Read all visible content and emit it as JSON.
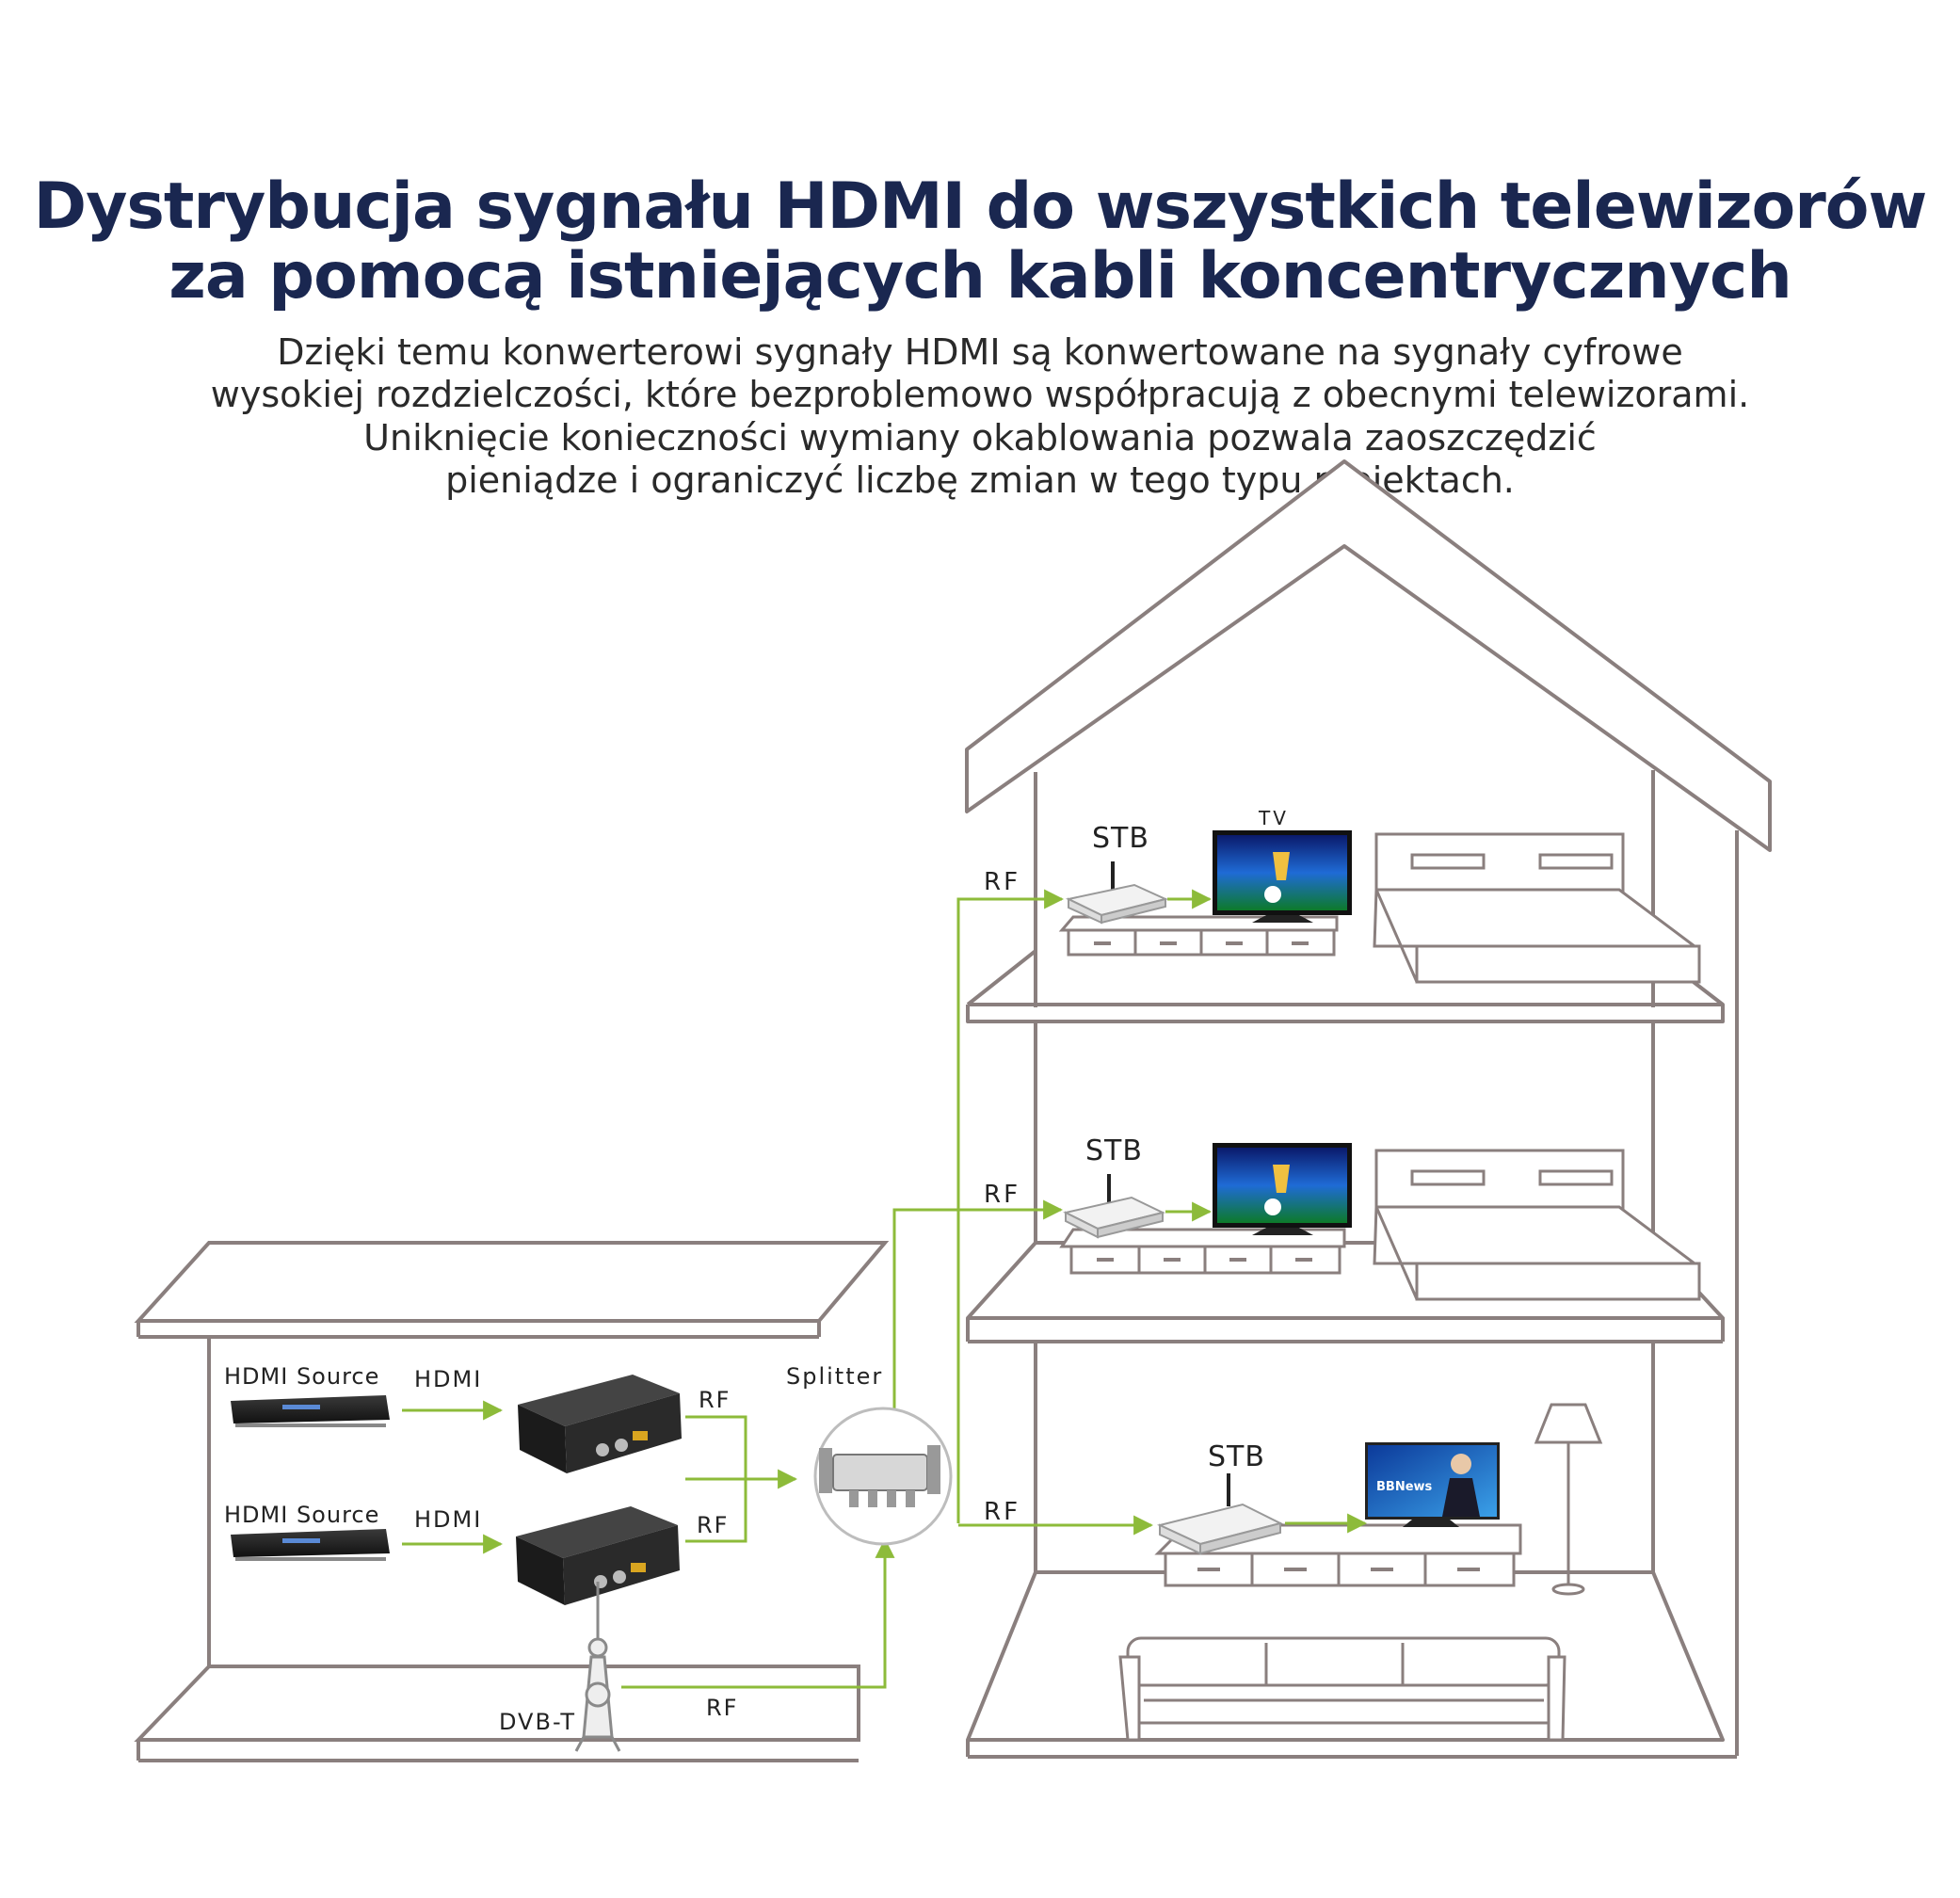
{
  "header": {
    "title_line1": "Dystrybucja sygnału HDMI do wszystkich telewizorów",
    "title_line2": "za pomocą istniejących kabli koncentrycznych",
    "subtitle_lines": [
      "Dzięki temu konwerterowi sygnały HDMI są konwertowane na sygnały cyfrowe",
      "wysokiej rozdzielczości, które bezproblemowo współpracują z obecnymi telewizorami.",
      "Uniknięcie konieczności wymiany okablowania pozwala zaoszczędzić",
      "pieniądze i ograniczyć liczbę zmian w tego typu projektach."
    ]
  },
  "diagram": {
    "source_label": "HDMI Source",
    "hdmi_label": "HDMI",
    "rf_label": "RF",
    "splitter_label": "Splitter",
    "dvbt_label": "DVB-T",
    "stb_label": "STB",
    "tv_label": "TV",
    "news_screen_text": "BBNews",
    "colors": {
      "line": "#8a7f7e",
      "arrow": "#8dbb3a",
      "title": "#1a2750"
    }
  }
}
